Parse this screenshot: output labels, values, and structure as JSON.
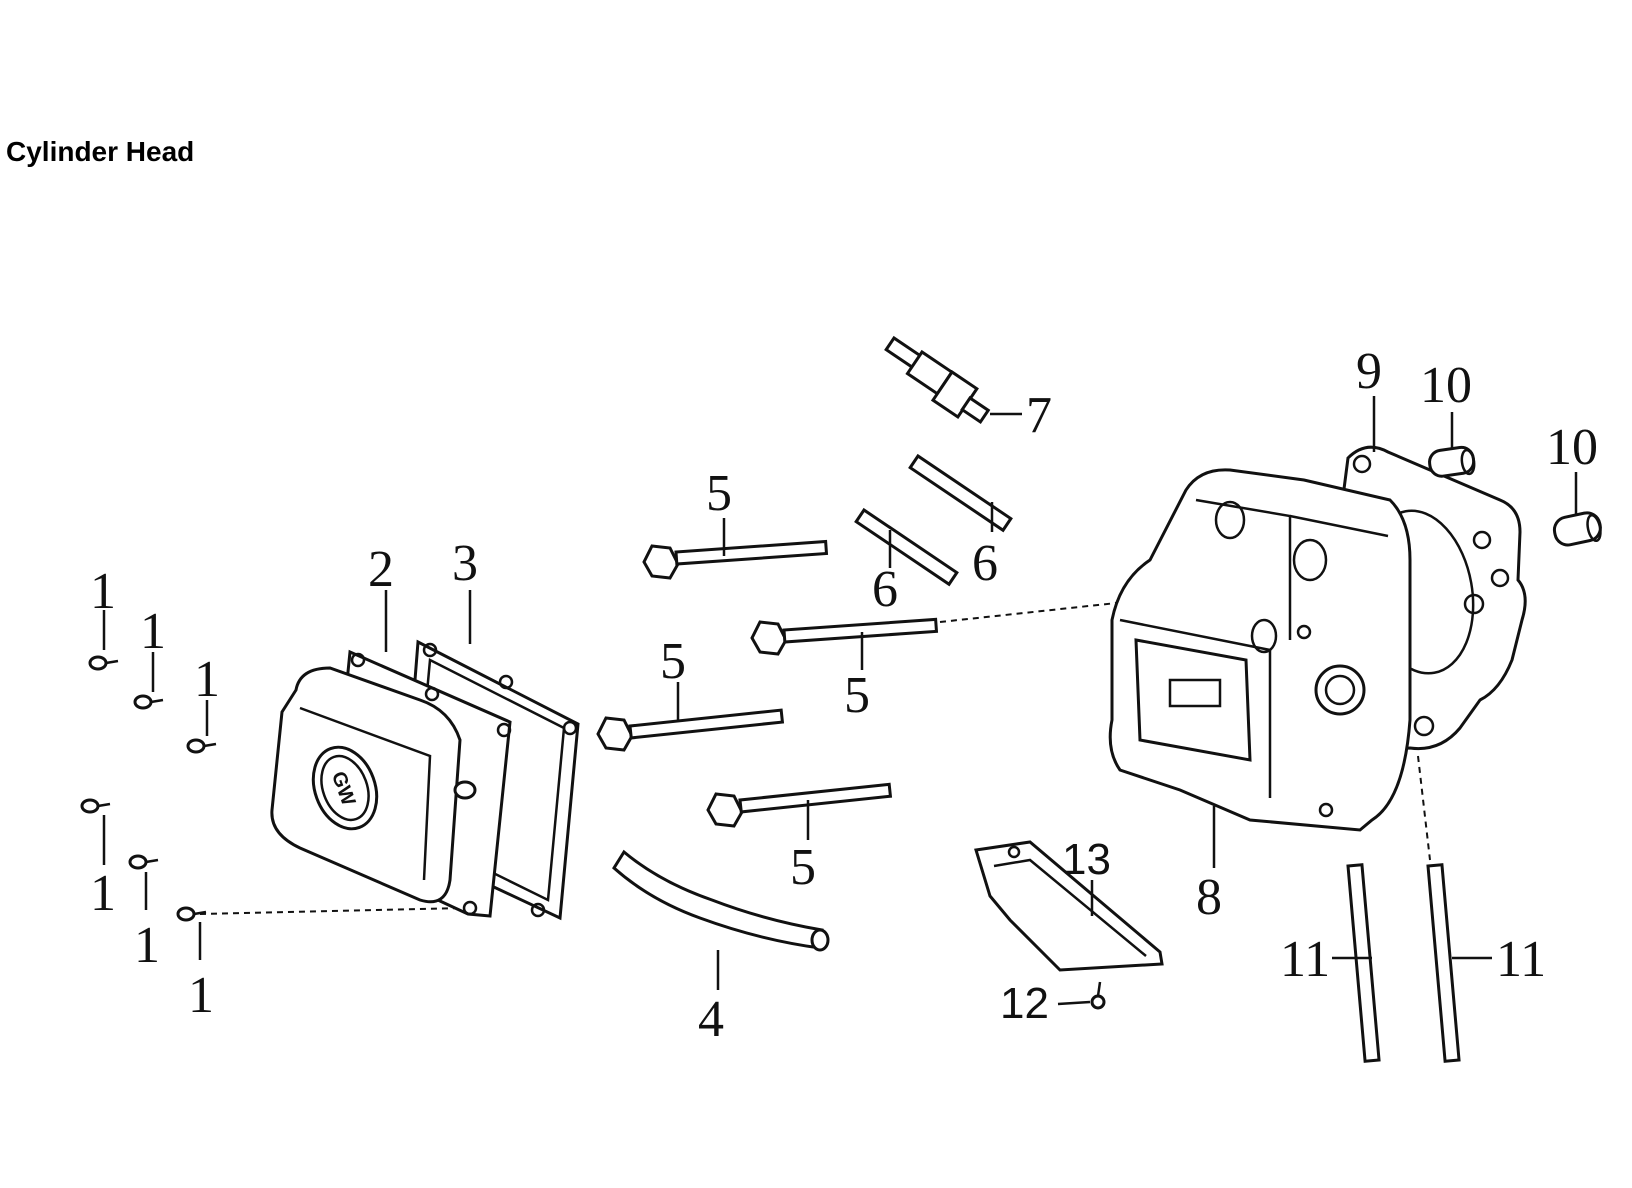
{
  "title": "Cylinder Head",
  "cover_logo_text": "GW",
  "callouts": {
    "c1a": "1",
    "c1b": "1",
    "c1c": "1",
    "c1d": "1",
    "c1e": "1",
    "c1f": "1",
    "c2": "2",
    "c3": "3",
    "c4": "4",
    "c5a": "5",
    "c5b": "5",
    "c5c": "5",
    "c5d": "5",
    "c6a": "6",
    "c6b": "6",
    "c7": "7",
    "c8": "8",
    "c9": "9",
    "c10a": "10",
    "c10b": "10",
    "c11a": "11",
    "c11b": "11",
    "c12": "12",
    "c13": "13"
  }
}
